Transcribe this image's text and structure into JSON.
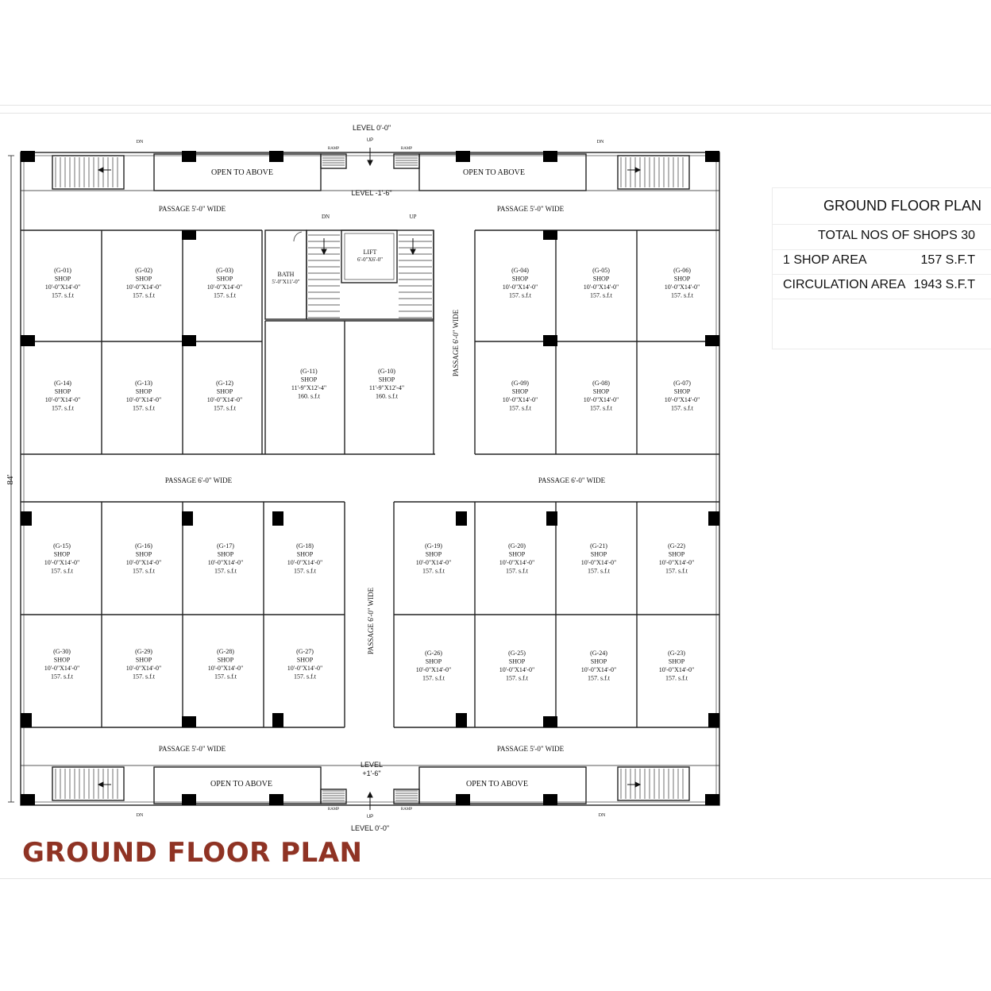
{
  "plan": {
    "level_top": "LEVEL 0'-0\"",
    "level_bottom": "LEVEL 0'-0\"",
    "level_upper": "LEVEL -1'-6\"",
    "level_lower_1": "LEVEL",
    "level_lower_2": "+1'-6\"",
    "dimension_label": "84'",
    "up": "UP",
    "dn": "DN",
    "ramp": "RAMP",
    "open_to_above": "OPEN TO ABOVE",
    "passage_5": "PASSAGE 5'-0\" WIDE",
    "passage_6": "PASSAGE 6'-0\" WIDE",
    "bath": {
      "name": "BATH",
      "size": "5'-0\"X11'-0\""
    },
    "lift": {
      "name": "LIFT",
      "size": "6'-0\"X6'-0\""
    },
    "shop_word": "SHOP",
    "shops": [
      {
        "id": "(G-01)",
        "size": "10'-0\"X14'-0\"",
        "area": "157. s.f.t"
      },
      {
        "id": "(G-02)",
        "size": "10'-0\"X14'-0\"",
        "area": "157. s.f.t"
      },
      {
        "id": "(G-03)",
        "size": "10'-0\"X14'-0\"",
        "area": "157. s.f.t"
      },
      {
        "id": "(G-04)",
        "size": "10'-0\"X14'-0\"",
        "area": "157. s.f.t"
      },
      {
        "id": "(G-05)",
        "size": "10'-0\"X14'-0\"",
        "area": "157. s.f.t"
      },
      {
        "id": "(G-06)",
        "size": "10'-0\"X14'-0\"",
        "area": "157. s.f.t"
      },
      {
        "id": "(G-07)",
        "size": "10'-0\"X14'-0\"",
        "area": "157. s.f.t"
      },
      {
        "id": "(G-08)",
        "size": "10'-0\"X14'-0\"",
        "area": "157. s.f.t"
      },
      {
        "id": "(G-09)",
        "size": "10'-0\"X14'-0\"",
        "area": "157. s.f.t"
      },
      {
        "id": "(G-10)",
        "size": "11'-9\"X12'-4\"",
        "area": "160. s.f.t"
      },
      {
        "id": "(G-11)",
        "size": "11'-9\"X12'-4\"",
        "area": "160. s.f.t"
      },
      {
        "id": "(G-12)",
        "size": "10'-0\"X14'-0\"",
        "area": "157. s.f.t"
      },
      {
        "id": "(G-13)",
        "size": "10'-0\"X14'-0\"",
        "area": "157. s.f.t"
      },
      {
        "id": "(G-14)",
        "size": "10'-0\"X14'-0\"",
        "area": "157. s.f.t"
      },
      {
        "id": "(G-15)",
        "size": "10'-0\"X14'-0\"",
        "area": "157. s.f.t"
      },
      {
        "id": "(G-16)",
        "size": "10'-0\"X14'-0\"",
        "area": "157. s.f.t"
      },
      {
        "id": "(G-17)",
        "size": "10'-0\"X14'-0\"",
        "area": "157. s.f.t"
      },
      {
        "id": "(G-18)",
        "size": "10'-0\"X14'-0\"",
        "area": "157. s.f.t"
      },
      {
        "id": "(G-19)",
        "size": "10'-0\"X14'-0\"",
        "area": "157. s.f.t"
      },
      {
        "id": "(G-20)",
        "size": "10'-0\"X14'-0\"",
        "area": "157. s.f.t"
      },
      {
        "id": "(G-21)",
        "size": "10'-0\"X14'-0\"",
        "area": "157. s.f.t"
      },
      {
        "id": "(G-22)",
        "size": "10'-0\"X14'-0\"",
        "area": "157. s.f.t"
      },
      {
        "id": "(G-23)",
        "size": "10'-0\"X14'-0\"",
        "area": "157. s.f.t"
      },
      {
        "id": "(G-24)",
        "size": "10'-0\"X14'-0\"",
        "area": "157. s.f.t"
      },
      {
        "id": "(G-25)",
        "size": "10'-0\"X14'-0\"",
        "area": "157. s.f.t"
      },
      {
        "id": "(G-26)",
        "size": "10'-0\"X14'-0\"",
        "area": "157. s.f.t"
      },
      {
        "id": "(G-27)",
        "size": "10'-0\"X14'-0\"",
        "area": "157. s.f.t"
      },
      {
        "id": "(G-28)",
        "size": "10'-0\"X14'-0\"",
        "area": "157. s.f.t"
      },
      {
        "id": "(G-29)",
        "size": "10'-0\"X14'-0\"",
        "area": "157. s.f.t"
      },
      {
        "id": "(G-30)",
        "size": "10'-0\"X14'-0\"",
        "area": "157. s.f.t"
      }
    ]
  },
  "table": {
    "title": "GROUND FLOOR PLAN",
    "total_shops": "TOTAL NOS OF SHOPS 30",
    "shop_area_label": "1 SHOP AREA",
    "shop_area_value": "157 S.F.T",
    "circulation_label": "CIRCULATION AREA",
    "circulation_value": "1943 S.F.T"
  },
  "caption": "GROUND FLOOR PLAN"
}
